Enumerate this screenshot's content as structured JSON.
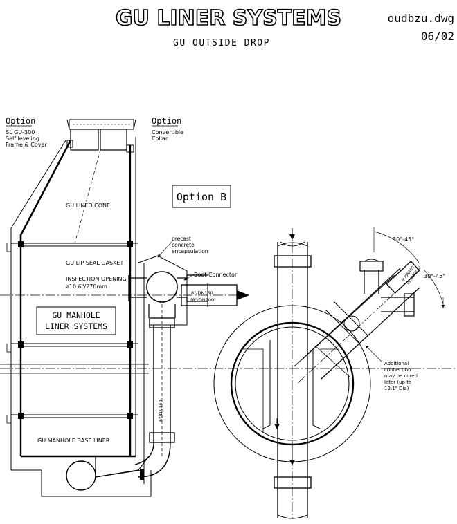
{
  "header": {
    "title": "GU LINER SYSTEMS",
    "subtitle": "GU OUTSIDE DROP",
    "filename": "oudbzu.dwg",
    "date": "06/02"
  },
  "left_view": {
    "option_left_heading": "Option",
    "option_left_lines": [
      "SL GU-300",
      "Self leveling",
      "Frame & Cover"
    ],
    "option_right_heading": "Option",
    "option_right_lines": [
      "Convertible",
      "Collar"
    ],
    "option_b": "Option B",
    "lined_cone": "GU LINED CONE",
    "lip_seal": "GU LIP SEAL GASKET",
    "inspection_1": "INSPECTION OPENING",
    "inspection_2": "ø10.6\"/270mm",
    "encapsulation": [
      "precast",
      "concrete",
      "encapsulation"
    ],
    "boot_connector": "Boot Connector",
    "pipe_size_1": "8\"/DN150",
    "pipe_size_2": "(8\"/DN200)",
    "manhole_box": [
      "GU MANHOLE",
      "LINER SYSTEMS"
    ],
    "vertical_pipe": "6\"/DN150",
    "base_liner": "GU MANHOLE BASE LINER"
  },
  "right_view": {
    "angle_1": "30°-45°",
    "angle_2": "30°-45°",
    "branch_size_1": "6\"/DN150",
    "branch_size_2": "(8\"/DN200)",
    "additional": [
      "Additional",
      "connection",
      "may be cored",
      "later (up to",
      "12.1\" Dia)"
    ]
  }
}
